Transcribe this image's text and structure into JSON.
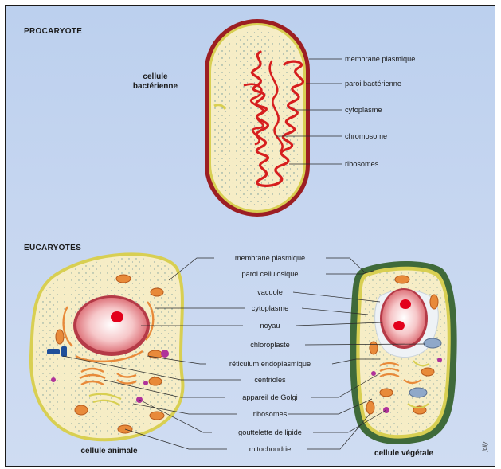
{
  "sections": {
    "prokaryote_title": "PROCARYOTE",
    "eukaryote_title": "EUCARYOTES"
  },
  "captions": {
    "bacterial_cell_line1": "cellule",
    "bacterial_cell_line2": "bactérienne",
    "animal_cell": "cellule animale",
    "plant_cell": "cellule végétale"
  },
  "prokaryote_labels": [
    "membrane plasmique",
    "paroi bactérienne",
    "cytoplasme",
    "chromosome",
    "ribosomes"
  ],
  "eukaryote_labels": [
    "membrane plasmique",
    "paroi cellulosique",
    "vacuole",
    "cytoplasme",
    "noyau",
    "chloroplaste",
    "réticulum endoplasmique",
    "centrioles",
    "appareil de Golgi",
    "ribosomes",
    "gouttelette de lipide",
    "mitochondrie"
  ],
  "signature": "jolly",
  "colors": {
    "background": "#c4d5ef",
    "cytoplasm": "#f6edc6",
    "bacterial_wall": "#9c1e23",
    "membrane": "#d8cf52",
    "plant_wall": "#3f6a3a",
    "chromosome": "#d61e1e",
    "nucleus": "#f0a8ac",
    "nucleolus": "#e3001b",
    "organelle": "#e88a3a",
    "vesicle": "#b0329a",
    "centriole": "#1f4f9a"
  }
}
